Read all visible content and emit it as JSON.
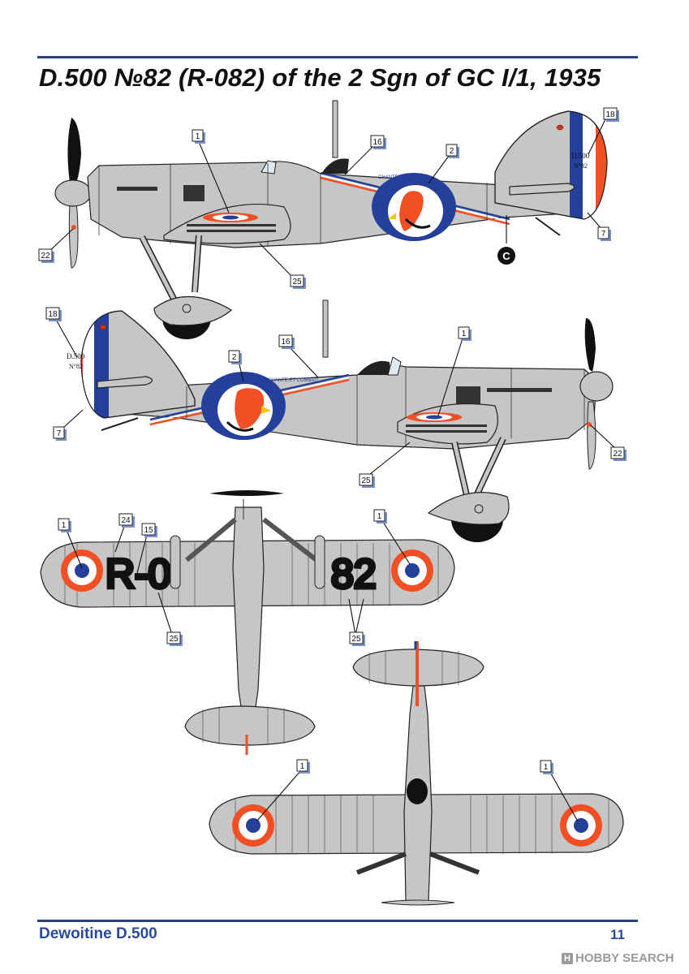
{
  "title": "D.500 №82 (R-082) of the 2 Sgn of GC I/1, 1935",
  "footer": {
    "model": "Dewoitine D.500",
    "page": "11"
  },
  "watermark": {
    "mark": "H",
    "text": "HOBBY SEARCH"
  },
  "colors": {
    "rule": "#2b3f8f",
    "footer_text": "#2b4a9a",
    "aluminium": "#c6c6c6",
    "roundel_blue": "#24409a",
    "roundel_red": "#f05024",
    "tag_shadow": "#7a93c8"
  },
  "side_view": {
    "tail_text": "D.500",
    "tail_number": "N°82",
    "emblem_text": "CHANTE ET COMBAT!",
    "callout_c": "C"
  },
  "top_view": {
    "code_left": "R-0",
    "code_right": "82"
  },
  "callouts": {
    "side1": [
      "1",
      "2",
      "16",
      "18",
      "7",
      "22",
      "25"
    ],
    "side2": [
      "18",
      "2",
      "16",
      "1",
      "7",
      "22",
      "25"
    ],
    "top": [
      "1",
      "24",
      "15",
      "1",
      "25",
      "25"
    ],
    "bottom": [
      "1",
      "1"
    ]
  }
}
